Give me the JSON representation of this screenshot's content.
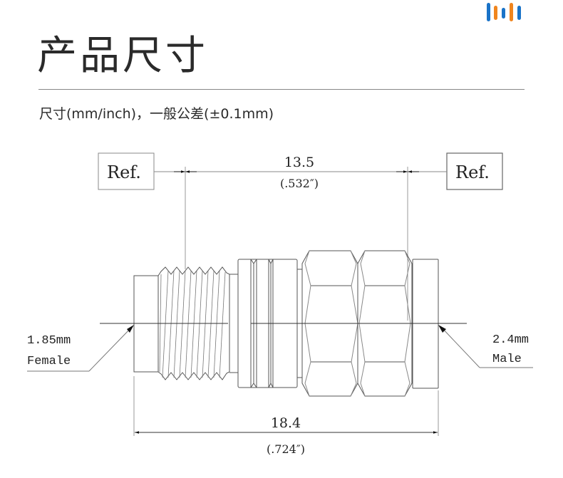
{
  "header": {
    "title": "产品尺寸",
    "subtitle": "尺寸(mm/inch)，一般公差(±0.1mm)"
  },
  "logo": {
    "icon": "sound-bars-logo",
    "colors": [
      "#1a73c8",
      "#f0851e",
      "#1a73c8",
      "#f0851e",
      "#1a73c8"
    ]
  },
  "drawing": {
    "ref_left": "Ref.",
    "ref_right": "Ref.",
    "top_dimension": {
      "mm": "13.5",
      "inch": "(.532″)"
    },
    "bottom_dimension": {
      "mm": "18.4",
      "inch": "(.724″)"
    },
    "left_callout": {
      "size": "1.85mm",
      "gender": "Female"
    },
    "right_callout": {
      "size": "2.4mm",
      "gender": "Male"
    },
    "line_color": "#555555"
  }
}
